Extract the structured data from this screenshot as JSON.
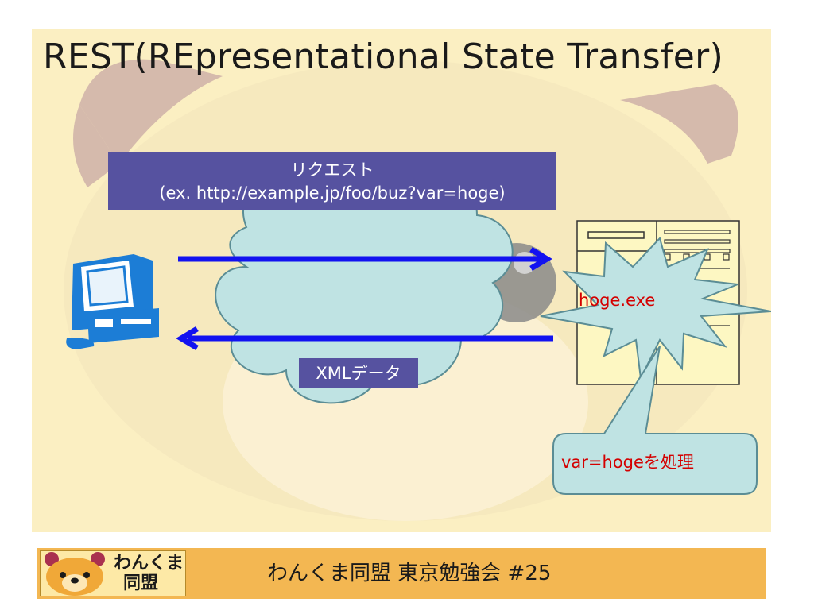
{
  "slide": {
    "title": "REST(REpresentational State Transfer)",
    "request": {
      "line1": "リクエスト",
      "line2": "(ex. http://example.jp/foo/buz?var=hoge)"
    },
    "response_label": "XMLデータ",
    "burst_label": "hoge.exe",
    "callout_label": "var=hogeを処理"
  },
  "footer": {
    "logo_line1": "わんくま",
    "logo_line2": "同盟",
    "caption": "わんくま同盟 東京勉強会 #25"
  },
  "colors": {
    "slide_background": "#fbefc2",
    "label_box": "#5652a0",
    "arrow": "#1212f0",
    "cloud": "#bfe3e3",
    "burst": "#bfe3e3",
    "accent_text": "#d40000",
    "footer_bar": "#f3b752"
  },
  "icons": {
    "client": "computer-icon",
    "server": "document-server-icon",
    "network": "cloud-icon",
    "process": "burst-icon",
    "logo": "bear-mascot-icon"
  }
}
